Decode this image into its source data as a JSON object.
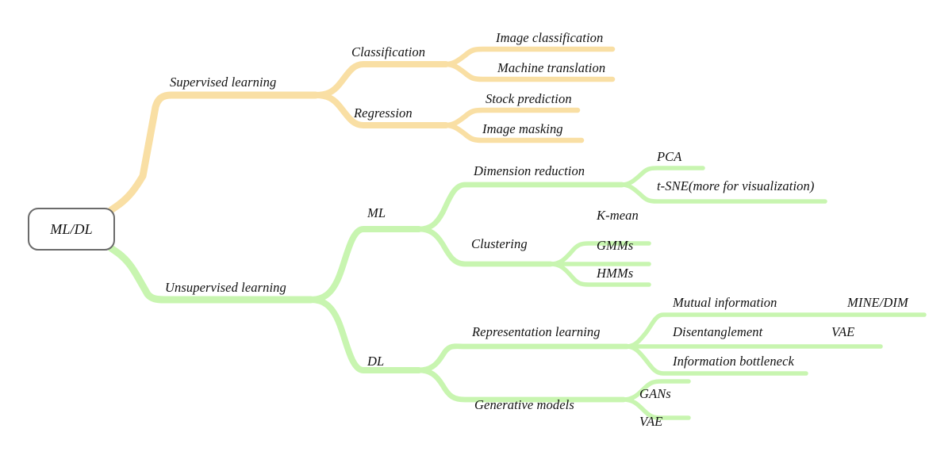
{
  "diagram": {
    "type": "mindmap",
    "title": "ML/DL taxonomy mind map",
    "colors": {
      "supervised_branch": "#f9dfa4",
      "unsupervised_branch": "#c8f5b0",
      "root_border": "#6b6b6b",
      "text": "#111111",
      "background": "#ffffff"
    },
    "root": {
      "label": "ML/DL"
    },
    "branches": [
      {
        "id": "supervised",
        "label": "Supervised learning",
        "color": "#f9dfa4",
        "children": [
          {
            "id": "classification",
            "label": "Classification",
            "children": [
              {
                "id": "image-classification",
                "label": "Image classification"
              },
              {
                "id": "machine-translation",
                "label": "Machine translation"
              }
            ]
          },
          {
            "id": "regression",
            "label": "Regression",
            "children": [
              {
                "id": "stock-prediction",
                "label": "Stock prediction"
              },
              {
                "id": "image-masking",
                "label": "Image masking"
              }
            ]
          }
        ]
      },
      {
        "id": "unsupervised",
        "label": "Unsupervised learning",
        "color": "#c8f5b0",
        "children": [
          {
            "id": "ml",
            "label": "ML",
            "children": [
              {
                "id": "dimension-reduction",
                "label": "Dimension reduction",
                "children": [
                  {
                    "id": "pca",
                    "label": "PCA"
                  },
                  {
                    "id": "tsne",
                    "label": "t-SNE(more for visualization)"
                  }
                ]
              },
              {
                "id": "clustering",
                "label": "Clustering",
                "children": [
                  {
                    "id": "k-mean",
                    "label": "K-mean"
                  },
                  {
                    "id": "gmms",
                    "label": "GMMs"
                  },
                  {
                    "id": "hmms",
                    "label": "HMMs"
                  }
                ]
              }
            ]
          },
          {
            "id": "dl",
            "label": "DL",
            "children": [
              {
                "id": "representation-learning",
                "label": "Representation learning",
                "children": [
                  {
                    "id": "mutual-information",
                    "label": "Mutual information",
                    "children": [
                      {
                        "id": "mine-dim",
                        "label": "MINE/DIM"
                      }
                    ]
                  },
                  {
                    "id": "disentanglement",
                    "label": "Disentanglement",
                    "children": [
                      {
                        "id": "vae-disentanglement",
                        "label": "VAE"
                      }
                    ]
                  },
                  {
                    "id": "information-bottleneck",
                    "label": "Information bottleneck",
                    "children": []
                  }
                ]
              },
              {
                "id": "generative-models",
                "label": "Generative models",
                "children": [
                  {
                    "id": "gans",
                    "label": "GANs"
                  },
                  {
                    "id": "vae-generative",
                    "label": "VAE"
                  }
                ]
              }
            ]
          }
        ]
      }
    ]
  }
}
